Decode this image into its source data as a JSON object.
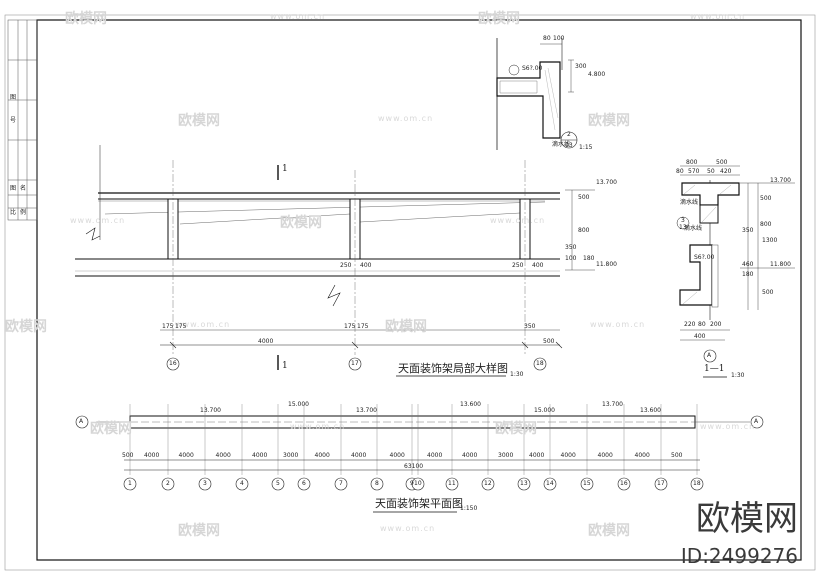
{
  "watermark": {
    "brand_text": "欧模网",
    "url_text": "www.om.cn",
    "id_text": "ID:2499276"
  },
  "detail_view": {
    "title": "天面装饰架局部大样图",
    "scale": "1:30",
    "section_mark": "1",
    "section_mark_bottom": "1",
    "span_dim": "4000",
    "end_dim_top": "350",
    "end_dim_bottom": "500",
    "small_dims": [
      "175",
      "175",
      "175",
      "175"
    ],
    "axes": [
      "16",
      "17",
      "18"
    ],
    "elevations": [
      "13.700",
      "11.800"
    ],
    "side_dims": [
      "500",
      "800",
      "350",
      "100",
      "180"
    ],
    "beam_dims": [
      "250",
      "400"
    ]
  },
  "top_detail": {
    "dims": [
      "80",
      "100",
      "300",
      "4.800"
    ],
    "label": "S6?.00",
    "callout_num": "2",
    "callout_sub": "13",
    "callout_scale": "1:15",
    "note": "滴水线"
  },
  "section_view": {
    "title": "1—1",
    "scale": "1:30",
    "axis_label": "A",
    "top_dims": [
      "800",
      "500",
      "80",
      "570",
      "50",
      "420"
    ],
    "bottom_dims": [
      "220",
      "80",
      "200",
      "400"
    ],
    "elevations": [
      "13.700",
      "11.800"
    ],
    "side_dims": [
      "500",
      "800",
      "350",
      "1300",
      "460",
      "180",
      "500"
    ],
    "notes": [
      "滴水线",
      "滴水线",
      "S6?.00"
    ],
    "callout_num": "3",
    "callout_sub": "13"
  },
  "plan_view": {
    "title": "天面装饰架平面图",
    "scale": "1:150",
    "axis_left": "A",
    "axis_right": "A",
    "elevations": [
      "13.700",
      "15.000",
      "13.700",
      "13.600",
      "15.000",
      "13.700",
      "13.600"
    ],
    "segment_dims": [
      "500",
      "4000",
      "4000",
      "4000",
      "4000",
      "3000",
      "4000",
      "4000",
      "4000",
      "4000",
      "4000",
      "3000",
      "4000",
      "4000",
      "4000",
      "4000",
      "500"
    ],
    "total_dim": "63100",
    "axes": [
      "1",
      "2",
      "3",
      "4",
      "5",
      "6",
      "7",
      "8",
      "9",
      "10",
      "11",
      "12",
      "13",
      "14",
      "15",
      "16",
      "17",
      "18"
    ]
  },
  "title_block": {
    "labels": [
      "图",
      "号",
      "图",
      "名",
      "比",
      "例"
    ]
  }
}
